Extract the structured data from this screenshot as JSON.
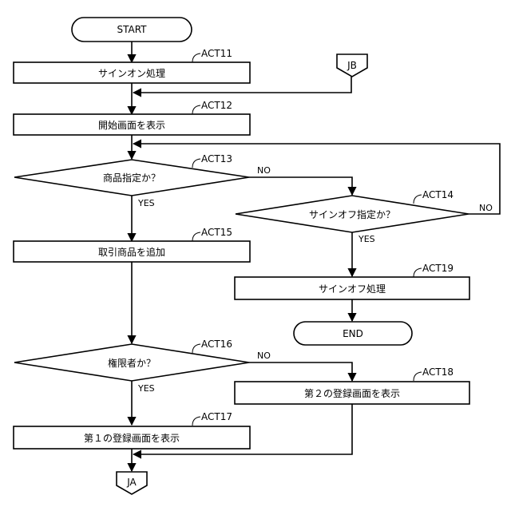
{
  "diagram": {
    "start": "START",
    "end": "END",
    "connector_in": "JB",
    "connector_out": "JA",
    "steps": {
      "act11": {
        "tag": "ACT11",
        "label": "サインオン処理"
      },
      "act12": {
        "tag": "ACT12",
        "label": "開始画面を表示"
      },
      "act13": {
        "tag": "ACT13",
        "label": "商品指定か？"
      },
      "act14": {
        "tag": "ACT14",
        "label": "サインオフ指定か？"
      },
      "act15": {
        "tag": "ACT15",
        "label": "取引商品を追加"
      },
      "act16": {
        "tag": "ACT16",
        "label": "権限者か？"
      },
      "act17": {
        "tag": "ACT17",
        "label": "第１の登録画面を表示"
      },
      "act18": {
        "tag": "ACT18",
        "label": "第２の登録画面を表示"
      },
      "act19": {
        "tag": "ACT19",
        "label": "サインオフ処理"
      }
    },
    "branches": {
      "act13_no": "NO",
      "act13_yes": "YES",
      "act14_no": "NO",
      "act14_yes": "YES",
      "act16_no": "NO",
      "act16_yes": "YES"
    }
  }
}
